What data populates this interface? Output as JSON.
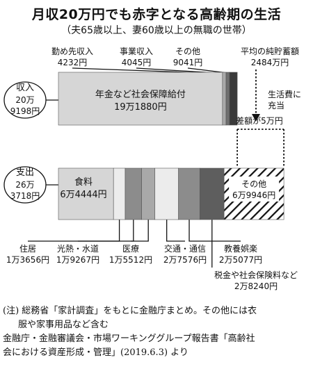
{
  "title": "月収20万円でも赤字となる高齢期の生活",
  "subtitle": "（夫65歳以上、妻60歳以上の無職の世帯）",
  "colors": {
    "social": "#d6d6d6",
    "work": "#a9a9a9",
    "business": "#6f6f6f",
    "other_income": "#3a3a3a",
    "food": "#d6d6d6",
    "housing": "#ececec",
    "utilities": "#8c8c8c",
    "medical": "#a9a9a9",
    "transport": "#ececec",
    "education": "#8c8c8c",
    "tax": "#5e5e5e",
    "expense_other": "#ffffff"
  },
  "chart_data": {
    "type": "bar",
    "unit": "円",
    "income": {
      "label": "収入",
      "total_label": [
        "20万",
        "9198円"
      ],
      "total": 209198,
      "segments": [
        {
          "key": "social",
          "label": [
            "年金など社会保障給付",
            "19万1880円"
          ],
          "value": 191880
        },
        {
          "key": "work",
          "label": [
            "勤め先収入",
            "4232円"
          ],
          "value": 4232
        },
        {
          "key": "business",
          "label": [
            "事業収入",
            "4045円"
          ],
          "value": 4045
        },
        {
          "key": "other_income",
          "label": [
            "その他",
            "9041円"
          ],
          "value": 9041
        }
      ]
    },
    "expense": {
      "label": "支出",
      "total_label": [
        "26万",
        "3718円"
      ],
      "total": 263718,
      "segments": [
        {
          "key": "food",
          "label": [
            "食料",
            "6万4444円"
          ],
          "value": 64444
        },
        {
          "key": "housing",
          "label": [
            "住居",
            "1万3656円"
          ],
          "value": 13656
        },
        {
          "key": "utilities",
          "label": [
            "光熱・水道",
            "1万9267円"
          ],
          "value": 19267
        },
        {
          "key": "medical",
          "label": [
            "医療",
            "1万5512円"
          ],
          "value": 15512
        },
        {
          "key": "transport",
          "label": [
            "交通・通信",
            "2万7576円"
          ],
          "value": 27576
        },
        {
          "key": "education",
          "label": [
            "教養娯楽",
            "2万5077円"
          ],
          "value": 25077
        },
        {
          "key": "tax",
          "label": [
            "税金や社会保険料など",
            "2万8240円"
          ],
          "value": 28240
        },
        {
          "key": "expense_other",
          "label": [
            "その他",
            "6万9946円"
          ],
          "value": 69946,
          "hatched": true
        }
      ]
    },
    "annotations": {
      "savings": [
        "平均の純貯蓄額",
        "2484万円"
      ],
      "living_cost": [
        "生活費に",
        "充当"
      ],
      "deficit": "差額が5万円"
    }
  },
  "notes": [
    "(注) 総務省「家計調査」をもとに金融庁まとめ。その他には衣",
    "服や家事用品など含む",
    "金融庁・金融審議会・市場ワーキンググループ報告書「高齢社",
    "会における資産形成・管理」(2019.6.3) より"
  ]
}
